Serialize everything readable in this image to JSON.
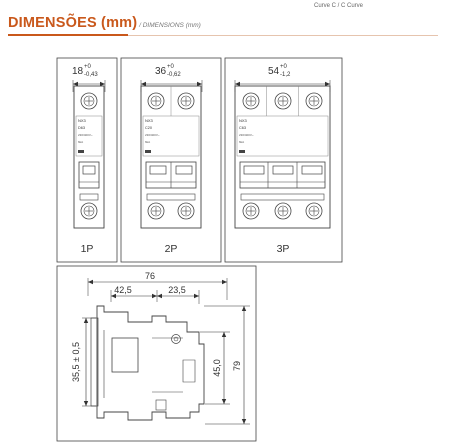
{
  "header": {
    "curve_note": "Curve C / C Curve",
    "title_main": "DIMENSÕES (mm)",
    "title_sub": " / DIMENSIONS (mm)",
    "accent_color": "#c9581b"
  },
  "front_views": [
    {
      "id": "1p",
      "label": "1P",
      "width_value": "18",
      "tol_plus": "+0",
      "tol_minus": "-0,43",
      "poles": 1,
      "front_text": [
        "NX3",
        "D63",
        "230/400V~",
        "6kA"
      ]
    },
    {
      "id": "2p",
      "label": "2P",
      "width_value": "36",
      "tol_plus": "+0",
      "tol_minus": "-0,62",
      "poles": 2,
      "front_text": [
        "NX3",
        "C20",
        "230/400V~",
        "6kA"
      ]
    },
    {
      "id": "3p",
      "label": "3P",
      "width_value": "54",
      "tol_plus": "+0",
      "tol_minus": "-1,2",
      "poles": 3,
      "front_text": [
        "NX3",
        "C63",
        "230/400V~",
        "6kA"
      ]
    }
  ],
  "side_view": {
    "dim_overall_depth": "76",
    "dim_front_depth": "42,5",
    "dim_rear_depth": "23,5",
    "dim_rail_height": "35,5 ± 0,5",
    "dim_body_height": "45,0",
    "dim_total_height": "79"
  }
}
